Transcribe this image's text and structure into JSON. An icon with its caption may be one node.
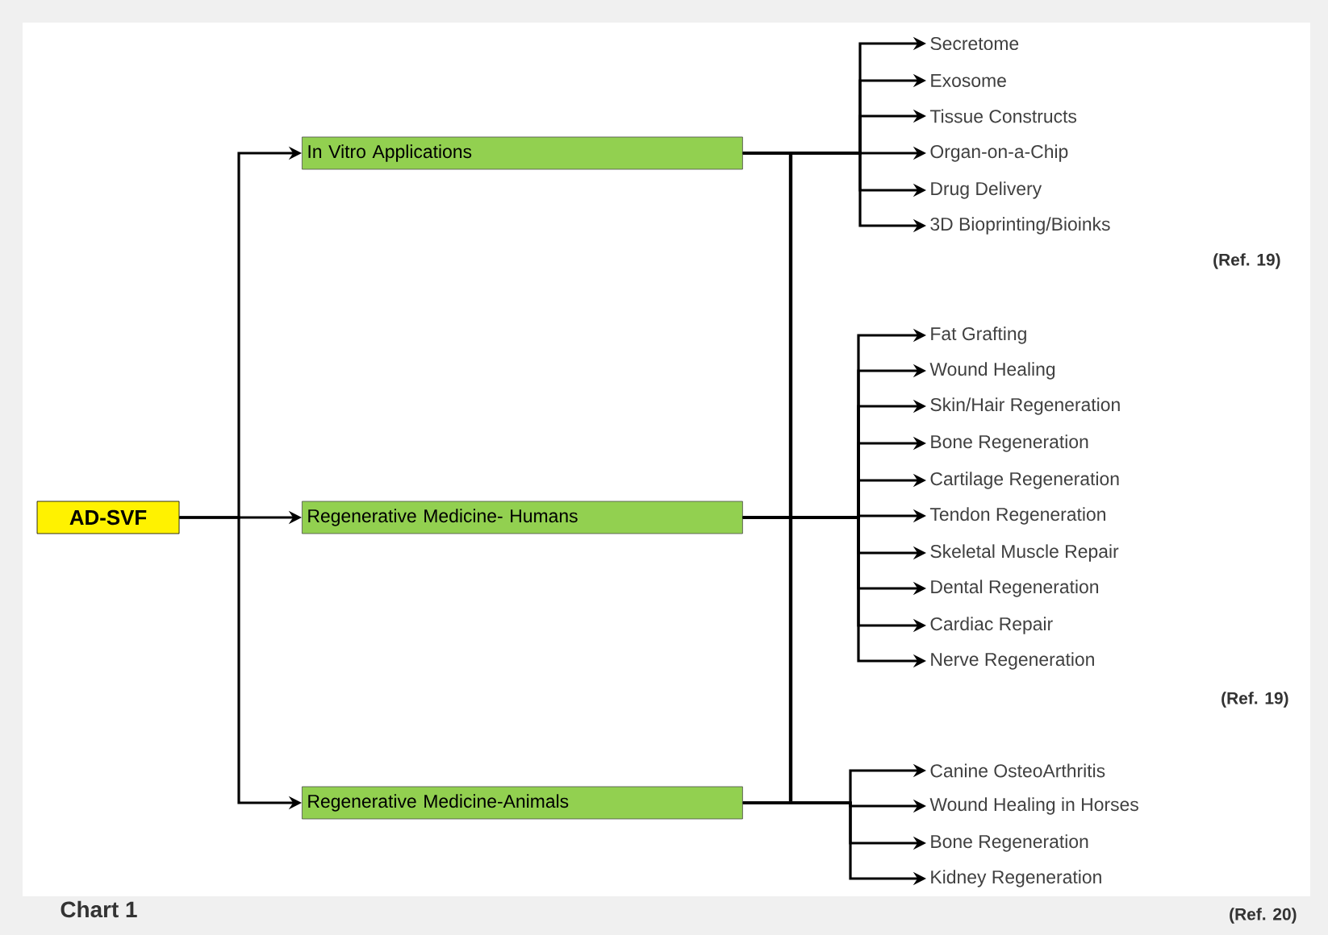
{
  "diagram": {
    "caption": "Chart 1",
    "nodes": [
      {
        "text": [
          "AD-SVF"
        ]
      },
      {
        "text": [
          "In Vitro Applications"
        ]
      },
      {
        "text": [
          "Regenerative Medicine- Humans"
        ]
      },
      {
        "text": [
          "Regenerative Medicine-Animals"
        ]
      },
      {
        "text": [
          "Secretome"
        ]
      },
      {
        "text": [
          "Exosome"
        ]
      },
      {
        "text": [
          "Tissue Constructs"
        ]
      },
      {
        "text": [
          "Organ-on-a-Chip"
        ]
      },
      {
        "text": [
          "Drug Delivery"
        ]
      },
      {
        "text": [
          "3D Bioprinting/Bioinks"
        ]
      },
      {
        "text": [
          "Fat Grafting"
        ]
      },
      {
        "text": [
          "Wound Healing"
        ]
      },
      {
        "text": [
          "Skin/Hair Regeneration"
        ]
      },
      {
        "text": [
          "Bone Regeneration"
        ]
      },
      {
        "text": [
          "Cartilage Regeneration"
        ]
      },
      {
        "text": [
          "Tendon Regeneration"
        ]
      },
      {
        "text": [
          "Skeletal Muscle Repair"
        ]
      },
      {
        "text": [
          "Dental Regeneration"
        ]
      },
      {
        "text": [
          "Cardiac Repair"
        ]
      },
      {
        "text": [
          "Nerve Regeneration"
        ]
      },
      {
        "text": [
          "Canine OsteoArthritis"
        ]
      },
      {
        "text": [
          "Wound Healing in Horses"
        ]
      },
      {
        "text": [
          "Bone Regeneration"
        ]
      },
      {
        "text": [
          "Kidney Regeneration"
        ]
      }
    ],
    "edges": [
      {
        "from": 0,
        "to": 1,
        "arrow": "to"
      },
      {
        "from": 0,
        "to": 2,
        "arrow": "to"
      },
      {
        "from": 0,
        "to": 3,
        "arrow": "to"
      },
      {
        "from": 1,
        "to": 4,
        "arrow": "to"
      },
      {
        "from": 1,
        "to": 5,
        "arrow": "to"
      },
      {
        "from": 1,
        "to": 6,
        "arrow": "to"
      },
      {
        "from": 1,
        "to": 7,
        "arrow": "to"
      },
      {
        "from": 1,
        "to": 8,
        "arrow": "to"
      },
      {
        "from": 1,
        "to": 9,
        "arrow": "to"
      },
      {
        "from": 2,
        "to": 10,
        "arrow": "to"
      },
      {
        "from": 2,
        "to": 11,
        "arrow": "to"
      },
      {
        "from": 2,
        "to": 12,
        "arrow": "to"
      },
      {
        "from": 2,
        "to": 13,
        "arrow": "to"
      },
      {
        "from": 2,
        "to": 14,
        "arrow": "to"
      },
      {
        "from": 2,
        "to": 15,
        "arrow": "to"
      },
      {
        "from": 2,
        "to": 16,
        "arrow": "to"
      },
      {
        "from": 2,
        "to": 17,
        "arrow": "to"
      },
      {
        "from": 2,
        "to": 18,
        "arrow": "to"
      },
      {
        "from": 2,
        "to": 19,
        "arrow": "to"
      },
      {
        "from": 3,
        "to": 20,
        "arrow": "to"
      },
      {
        "from": 3,
        "to": 21,
        "arrow": "to"
      },
      {
        "from": 3,
        "to": 22,
        "arrow": "to"
      },
      {
        "from": 3,
        "to": 23,
        "arrow": "to"
      }
    ],
    "labels": [
      "(Ref. 19)",
      "(Ref. 19)",
      "(Ref. 20)"
    ]
  }
}
